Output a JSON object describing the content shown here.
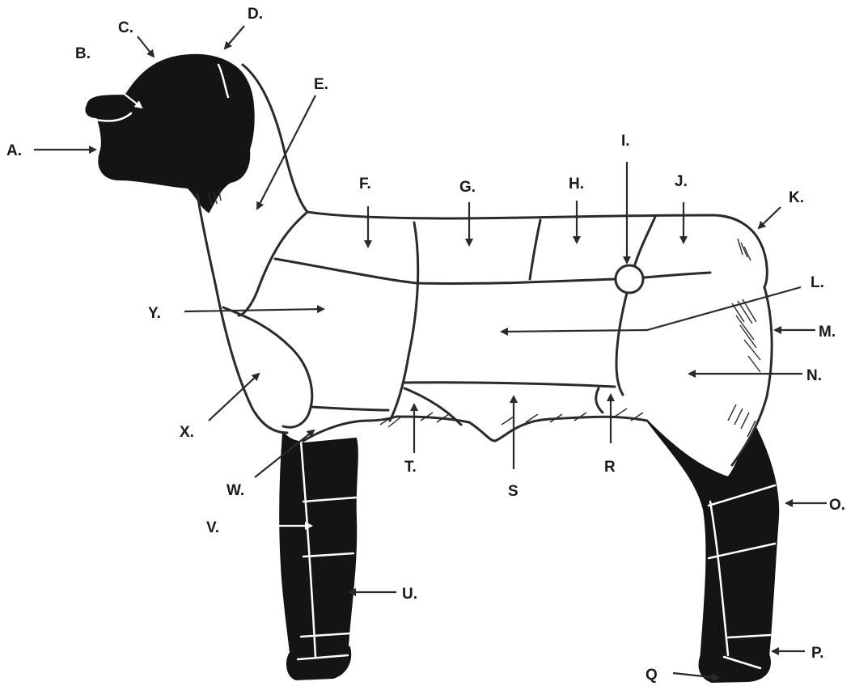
{
  "labels": {
    "A": "A.",
    "B": "B.",
    "C": "C.",
    "D": "D.",
    "E": "E.",
    "F": "F.",
    "G": "G.",
    "H": "H.",
    "I": "I.",
    "J": "J.",
    "K": "K.",
    "L": "L.",
    "M": "M.",
    "N": "N.",
    "O": "O.",
    "P": "P.",
    "Q": "Q",
    "R": "R",
    "S": "S",
    "T": "T.",
    "U": "U.",
    "V": "V.",
    "W": "W.",
    "X": "X.",
    "Y": "Y."
  },
  "colors": {
    "ink": "#141414",
    "line": "#2a2a2a",
    "paper": "#ffffff"
  }
}
